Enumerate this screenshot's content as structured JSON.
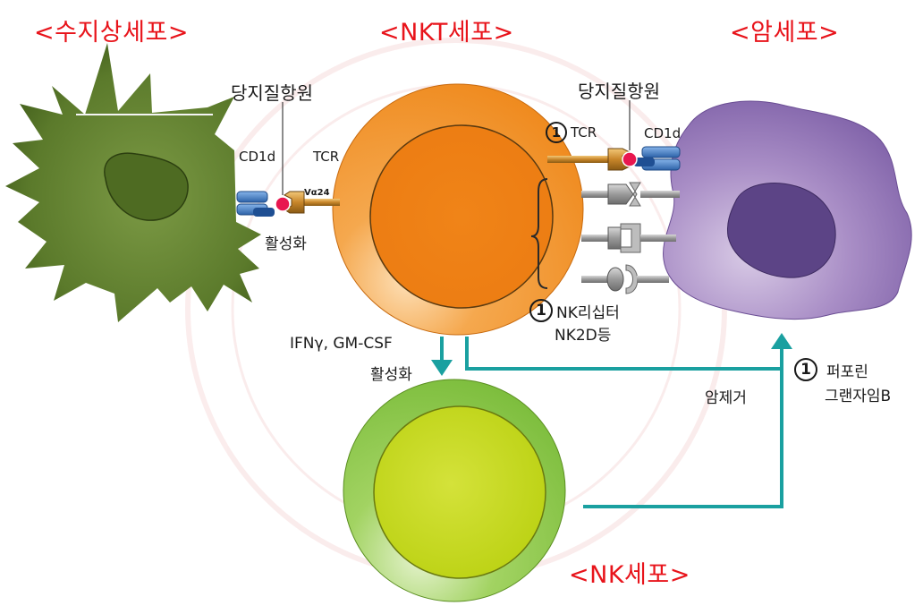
{
  "titles": {
    "dendritic": "<수지상세포>",
    "nkt": "<NKT세포>",
    "cancer": "<암세포>",
    "nk": "<NK세포>"
  },
  "labels": {
    "glycolipid_left": "당지질항원",
    "glycolipid_right": "당지질항원",
    "cd1d_left": "CD1d",
    "cd1d_right": "CD1d",
    "tcr_left": "TCR",
    "tcr_right": "TCR",
    "va24": "Vα24",
    "activation_left": "활성화",
    "activation_mid": "활성화",
    "cytokines": "IFNγ, GM-CSF",
    "nk_receptor": "NK리십터",
    "nk2d": "NK2D등",
    "cancer_removal": "암제거",
    "perforin": "퍼포린",
    "granzyme": "그랜자임B",
    "marker": "1"
  },
  "colors": {
    "title": "#e8141b",
    "arrow": "#1aa0a0",
    "dendritic": "#5a7a2a",
    "nkt": "#f08a1c",
    "cancer": "#8a6bb0",
    "nk_outer": "#8cc84b",
    "nk_inner": "#c8dc1e",
    "antigen": "#e8174f",
    "cd1d": "#3f7cc4",
    "tcr": "#c88a2a"
  }
}
